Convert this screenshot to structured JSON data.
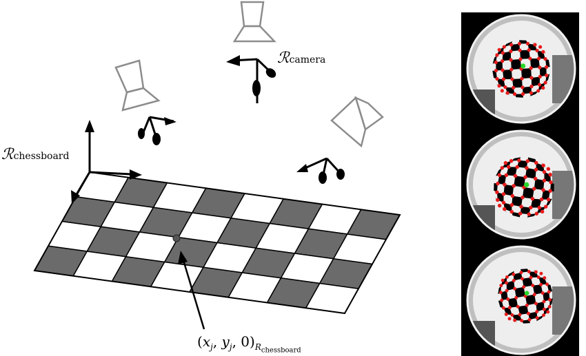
{
  "labels": {
    "camera": {
      "symbol": "ℛ",
      "subscript": "camera"
    },
    "chessboard": {
      "symbol": "ℛ",
      "subscript": "chessboard"
    },
    "point": {
      "open": "(",
      "x": "x",
      "x_sub": "j",
      "comma1": ", ",
      "y": "y",
      "y_sub": "j",
      "tail": ", 0)",
      "frame": "R",
      "frame_sub": "chessboard"
    }
  },
  "board": {
    "rows": 4,
    "cols": 8,
    "dark_color": "#6b6b6b",
    "light_color": "#ffffff"
  },
  "colors": {
    "camera_outline": "#8c8c8c",
    "corner_marker": "#e81b1b",
    "center_marker": "#2bd62b"
  },
  "fisheye_views": 3
}
